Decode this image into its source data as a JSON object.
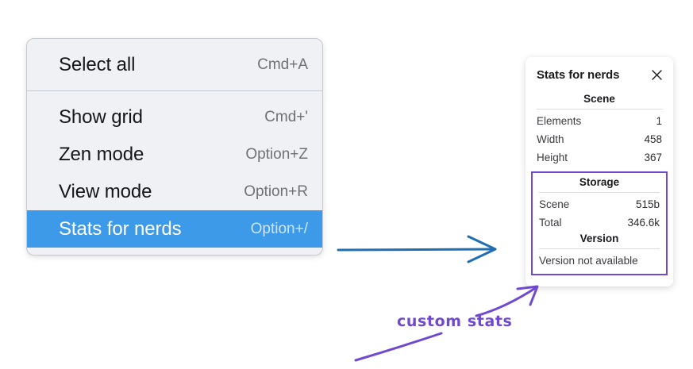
{
  "context_menu": {
    "groups": [
      {
        "items": [
          {
            "label": "Select all",
            "shortcut": "Cmd+A",
            "selected": false
          }
        ]
      },
      {
        "items": [
          {
            "label": "Show grid",
            "shortcut": "Cmd+'",
            "selected": false
          },
          {
            "label": "Zen mode",
            "shortcut": "Option+Z",
            "selected": false
          },
          {
            "label": "View mode",
            "shortcut": "Option+R",
            "selected": false
          },
          {
            "label": "Stats for nerds",
            "shortcut": "Option+/",
            "selected": true
          }
        ]
      }
    ],
    "highlight_color": "#3d9ae8"
  },
  "stats_panel": {
    "title": "Stats for nerds",
    "close_icon": "close-icon",
    "scene": {
      "section_title": "Scene",
      "rows": [
        {
          "key": "Elements",
          "value": "1"
        },
        {
          "key": "Width",
          "value": "458"
        },
        {
          "key": "Height",
          "value": "367"
        }
      ]
    },
    "storage": {
      "section_title": "Storage",
      "rows": [
        {
          "key": "Scene",
          "value": "515b"
        },
        {
          "key": "Total",
          "value": "346.6k"
        }
      ]
    },
    "version": {
      "section_title": "Version",
      "text": "Version not available"
    },
    "highlight_border_color": "#6f4ad0"
  },
  "annotations": {
    "blue_arrow": "arrow-right-icon",
    "blue_arrow_color": "#1f6fb2",
    "custom_stats_label": "custom stats",
    "purple_color": "#6f4ad0"
  }
}
